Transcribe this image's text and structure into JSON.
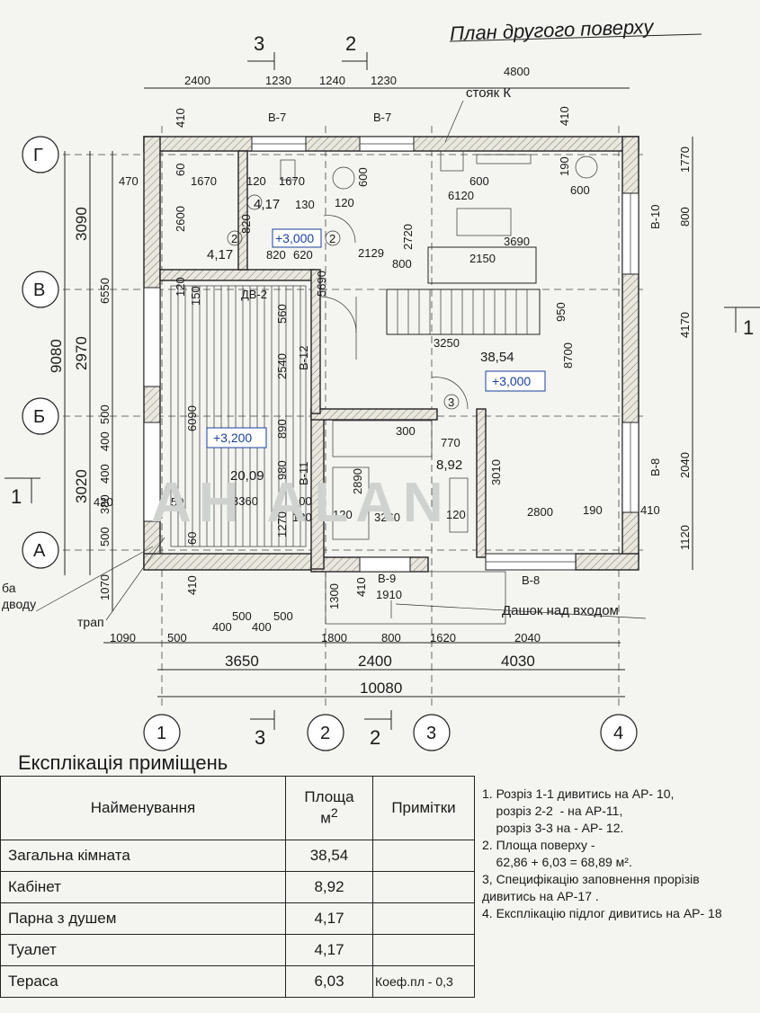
{
  "title": "План другого поверху",
  "axes_letters": [
    "Г",
    "В",
    "Б",
    "А"
  ],
  "axes_numbers": [
    "1",
    "2",
    "3",
    "4"
  ],
  "section_marks": {
    "s1": "1",
    "s2": "2",
    "s3": "3"
  },
  "top_dims_row1": [
    "2400",
    "1230",
    "1240",
    "1230",
    "4800"
  ],
  "bottom_dims_row1": [
    "1090",
    "500",
    "400",
    "500",
    "400",
    "500",
    "1800",
    "800",
    "1620",
    "2040"
  ],
  "bottom_dims_row2": [
    "3650",
    "2400",
    "4030"
  ],
  "bottom_dims_total": "10080",
  "left_dims_outer": [
    "9080"
  ],
  "left_dims_mid": [
    "3090",
    "2970",
    "3020"
  ],
  "left_dims_inner": [
    "6550",
    "1070"
  ],
  "left_dims_small": [
    "500",
    "400",
    "400",
    "380",
    "420",
    "500"
  ],
  "right_dims_outer": [
    "1770",
    "800",
    "4170",
    "2040",
    "1120"
  ],
  "right_dims_inner": [
    "8700"
  ],
  "window_labels": {
    "b7a": "В-7",
    "b7b": "В-7",
    "b10": "В-10",
    "b8a": "В-8",
    "b8b": "В-8",
    "b9": "В-9",
    "b12": "В-12",
    "b11": "В-11",
    "dv2": "ДВ-2"
  },
  "room_areas": {
    "main": "38,54",
    "office": "8,92",
    "terrace": "20,09",
    "steam": "4,17",
    "toilet": "4,17"
  },
  "room_numbers": {
    "n2a": "2",
    "n2b": "2",
    "n3": "3"
  },
  "levels": {
    "l1": "+3,000",
    "l2": "+3,000",
    "l3": "+3,200"
  },
  "inner_dims": {
    "d470": "470",
    "d1670a": "1670",
    "d120a": "120",
    "d1670b": "1670",
    "d60": "60",
    "d2600": "2600",
    "d820a": "820",
    "d130": "130",
    "d120b": "120",
    "d600a": "600",
    "d600b": "600",
    "d600c": "600",
    "d6120": "6120",
    "d190a": "190",
    "d410a": "410",
    "d2720": "2720",
    "d3690": "3690",
    "d2129": "2129",
    "d800a": "800",
    "d2150": "2150",
    "d820b": "820",
    "d620": "620",
    "d5690": "5690",
    "d120c": "120",
    "d150": "150",
    "d560": "560",
    "d950": "950",
    "d3250": "3250",
    "d2540": "2540",
    "d6090": "6090",
    "d890": "890",
    "d300": "300",
    "d770": "770",
    "d980": "980",
    "d2890": "2890",
    "d3010": "3010",
    "d3360": "3360",
    "d100": "100",
    "d1270": "1270",
    "d130b": "130",
    "d120d": "120",
    "d3260": "3260",
    "d120e": "120",
    "d2800": "2800",
    "d190b": "190",
    "d410b": "410",
    "d50": "50",
    "d60b": "60",
    "d410c": "410",
    "d410d": "410",
    "d1300": "1300",
    "d1910": "1910",
    "d410e": "410"
  },
  "annotations": {
    "riser": "стояк К",
    "canopy": "Дашок над входом",
    "drain": "трап",
    "pipe": "ба\nдводу"
  },
  "watermark": "AH ALAN",
  "explication": {
    "title": "Експлікація приміщень",
    "headers": {
      "name": "Найменування",
      "area": "Площа м²",
      "notes": "Примітки"
    },
    "rows": [
      {
        "name": "Загальна кімната",
        "area": "38,54",
        "note": ""
      },
      {
        "name": "Кабінет",
        "area": "8,92",
        "note": ""
      },
      {
        "name": "Парна з душем",
        "area": "4,17",
        "note": ""
      },
      {
        "name": "Туалет",
        "area": "4,17",
        "note": ""
      },
      {
        "name": "Тераса",
        "area": "6,03",
        "note": "Коеф.пл - 0,3"
      }
    ]
  },
  "notes": [
    "1. Розріз 1-1 дивитись на АР- 10,",
    "    розріз 2-2  - на АР-11,",
    "    розріз 3-3 на - АР- 12.",
    "2. Площа поверху -",
    "    62,86 + 6,03 = 68,89 м².",
    "3, Специфікацію заповнення прорізів",
    "дивитись на АР-17 .",
    "4. Експлікацію підлог дивитись на АР- 18"
  ]
}
